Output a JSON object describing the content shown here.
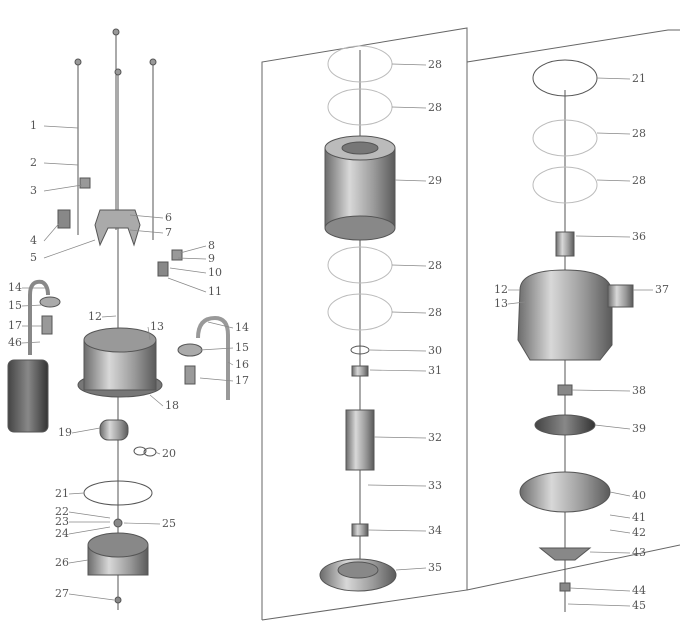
{
  "title": "Submersible pump exploded view",
  "colors": {
    "line": "#777777",
    "text": "#555555",
    "metal": "#9a9a9a"
  },
  "left_group": {
    "labels": [
      "1",
      "2",
      "3",
      "4",
      "5",
      "14",
      "15",
      "17",
      "46",
      "6",
      "7",
      "8",
      "9",
      "10",
      "11",
      "12",
      "13",
      "14",
      "15",
      "16",
      "17",
      "18",
      "19",
      "20",
      "21",
      "22",
      "23",
      "24",
      "25",
      "26",
      "27"
    ]
  },
  "middle_group": {
    "labels": [
      "28",
      "28",
      "29",
      "28",
      "28",
      "30",
      "31",
      "32",
      "33",
      "34",
      "35"
    ]
  },
  "right_group": {
    "labels": [
      "21",
      "28",
      "28",
      "36",
      "12",
      "13",
      "37",
      "38",
      "39",
      "40",
      "41",
      "42",
      "43",
      "44",
      "45"
    ]
  }
}
